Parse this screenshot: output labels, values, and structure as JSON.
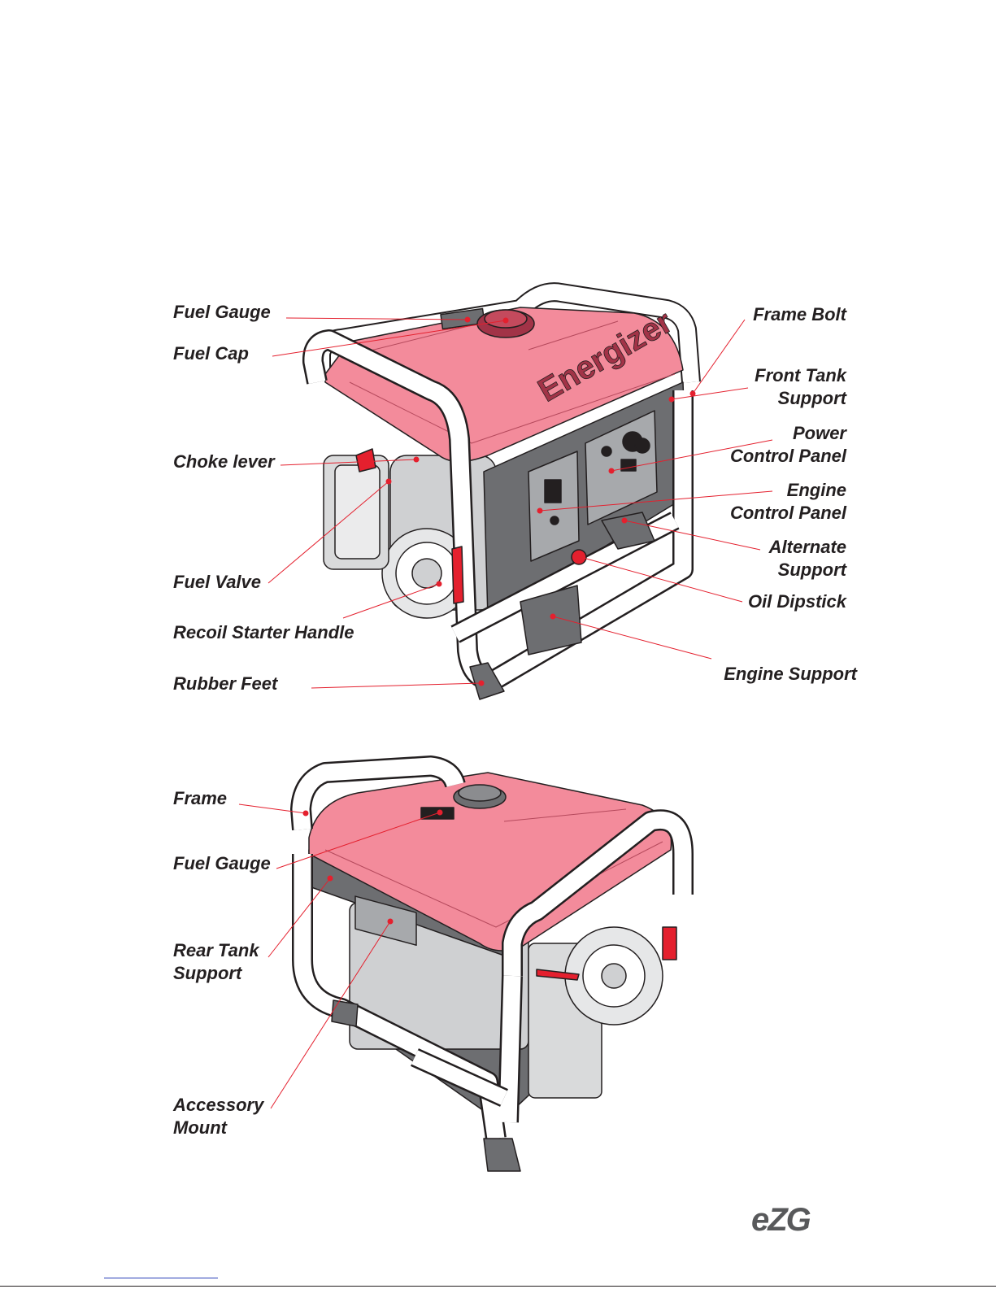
{
  "top_view": {
    "fuel_gauge": "Fuel Gauge",
    "fuel_cap": "Fuel Cap",
    "frame_bolt": "Frame Bolt",
    "front_tank_support": [
      "Front Tank",
      "Support"
    ],
    "power_control_panel": [
      "Power",
      "Control Panel"
    ],
    "choke_lever": "Choke lever",
    "engine_control_panel": [
      "Engine",
      "Control Panel"
    ],
    "alternate_support": [
      "Alternate",
      "Support"
    ],
    "fuel_valve": "Fuel Valve",
    "oil_dipstick": "Oil Dipstick",
    "recoil_starter_handle": "Recoil Starter Handle",
    "engine_support": "Engine Support",
    "rubber_feet": "Rubber Feet",
    "brand": "Energizer"
  },
  "bottom_view": {
    "frame": "Frame",
    "fuel_gauge": "Fuel Gauge",
    "rear_tank_support": [
      "Rear Tank",
      "Support"
    ],
    "accessory_mount": [
      "Accessory",
      "Mount"
    ]
  },
  "logo": "eZG",
  "colors": {
    "tank": "#f38b9b",
    "leader": "#e4202e",
    "frame": "#ffffff",
    "metal": "#6d6e71",
    "engine": "#cfd0d2",
    "outline": "#231f20"
  }
}
